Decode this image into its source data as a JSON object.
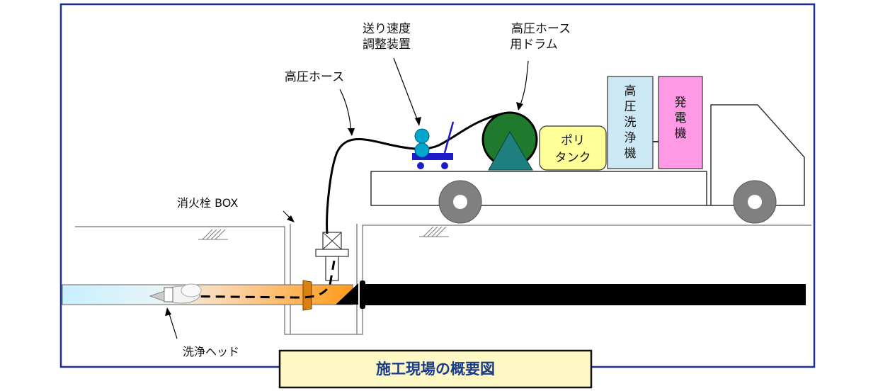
{
  "title": "施工現場の概要図",
  "labels": {
    "feed_speed_line1": "送り速度",
    "feed_speed_line2": "調整装置",
    "hose_drum_line1": "高圧ホース",
    "hose_drum_line2": "用ドラム",
    "high_pressure_hose": "高圧ホース",
    "hydrant_box": "消火栓 BOX",
    "wash_head": "洗浄ヘッド",
    "poly_tank_line1": "ポリ",
    "poly_tank_line2": "タンク",
    "washer_chars": [
      "高",
      "圧",
      "洗",
      "浄",
      "機"
    ],
    "generator_chars": [
      "発",
      "電",
      "機"
    ]
  },
  "colors": {
    "frame": "#1f2f8f",
    "title_bg": "#fdf8c4",
    "title_text": "#1a3c8c",
    "poly_tank": "#ffff99",
    "washer": "#cce8f4",
    "generator": "#ff99e6",
    "drum_green": "#1f7a2e",
    "drum_triangle": "#1f7f7f",
    "feed_device": "#00a6cc",
    "cart": "#1c1cc8",
    "pipe_black": "#000000",
    "pipe_orange": "#ff9a1a",
    "pipe_light_blue": "#bfefff"
  }
}
